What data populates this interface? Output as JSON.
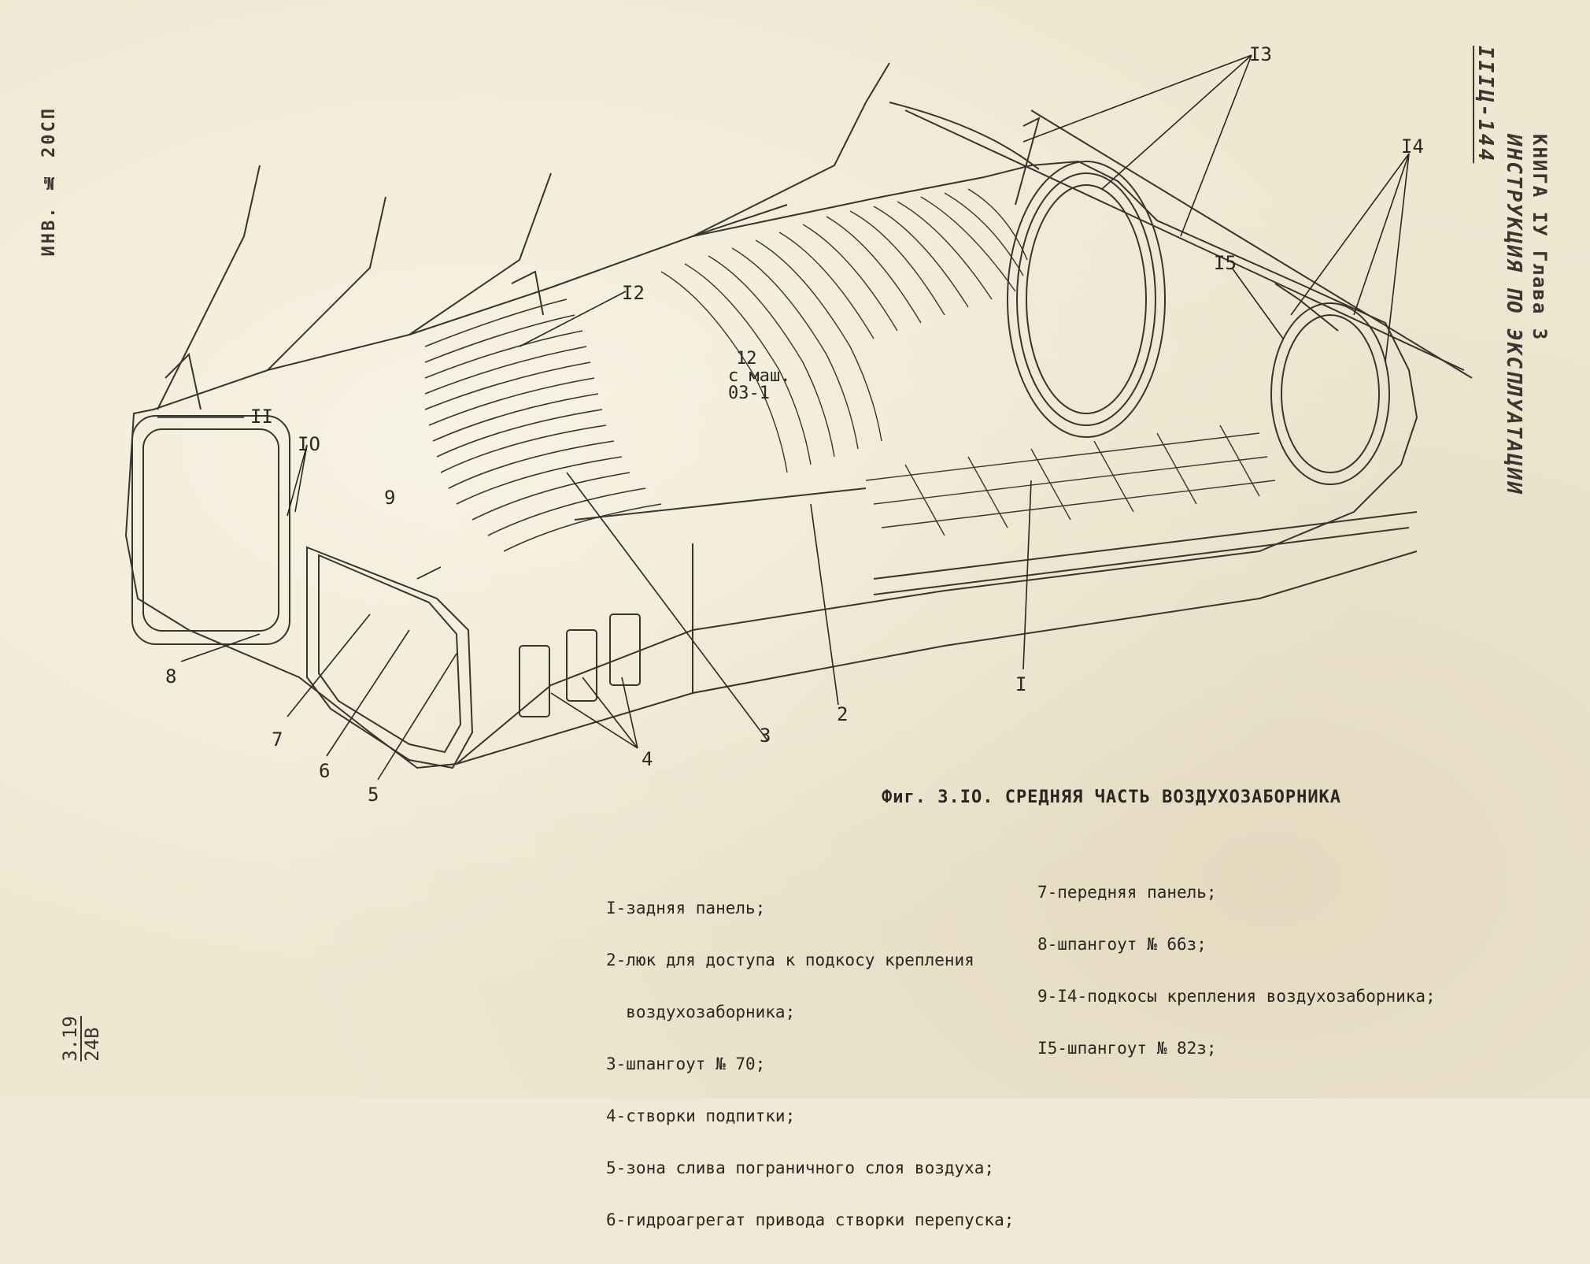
{
  "header": {
    "inventory_number": "ИНВ. № 20СП",
    "doc_code": "IIIЦ-144",
    "title_line1": "ИНСТРУКЦИЯ ПО ЭКСПЛУАТАЦИИ",
    "title_line2": "КНИГА IУ Глава 3"
  },
  "page_number": {
    "top": "3.19",
    "bottom": "24В"
  },
  "figure": {
    "caption": "Фиг. 3.IO. СРЕДНЯЯ ЧАСТЬ ВОЗДУХОЗАБОРНИКА",
    "stamp_line1": "12",
    "stamp_line2": "с маш.",
    "stamp_line3": "03-1",
    "callouts": {
      "c1": "I",
      "c2": "2",
      "c3": "3",
      "c4": "4",
      "c5": "5",
      "c6": "6",
      "c7": "7",
      "c8": "8",
      "c9": "9",
      "c10": "IO",
      "c11": "II",
      "c12": "I2",
      "c13": "I3",
      "c14": "I4",
      "c15": "I5"
    }
  },
  "legend": {
    "left": [
      "I-задняя панель;",
      "2-люк для доступа к подкосу крепления",
      "  воздухозаборника;",
      "3-шпангоут № 70;",
      "4-створки подпитки;",
      "5-зона слива пограничного слоя воздуха;",
      "6-гидроагрегат привода створки перепуска;"
    ],
    "right": [
      "7-передняя панель;",
      "8-шпангоут № 66з;",
      "9-I4-подкосы крепления воздухозаборника;",
      "I5-шпангоут № 82з;"
    ]
  }
}
